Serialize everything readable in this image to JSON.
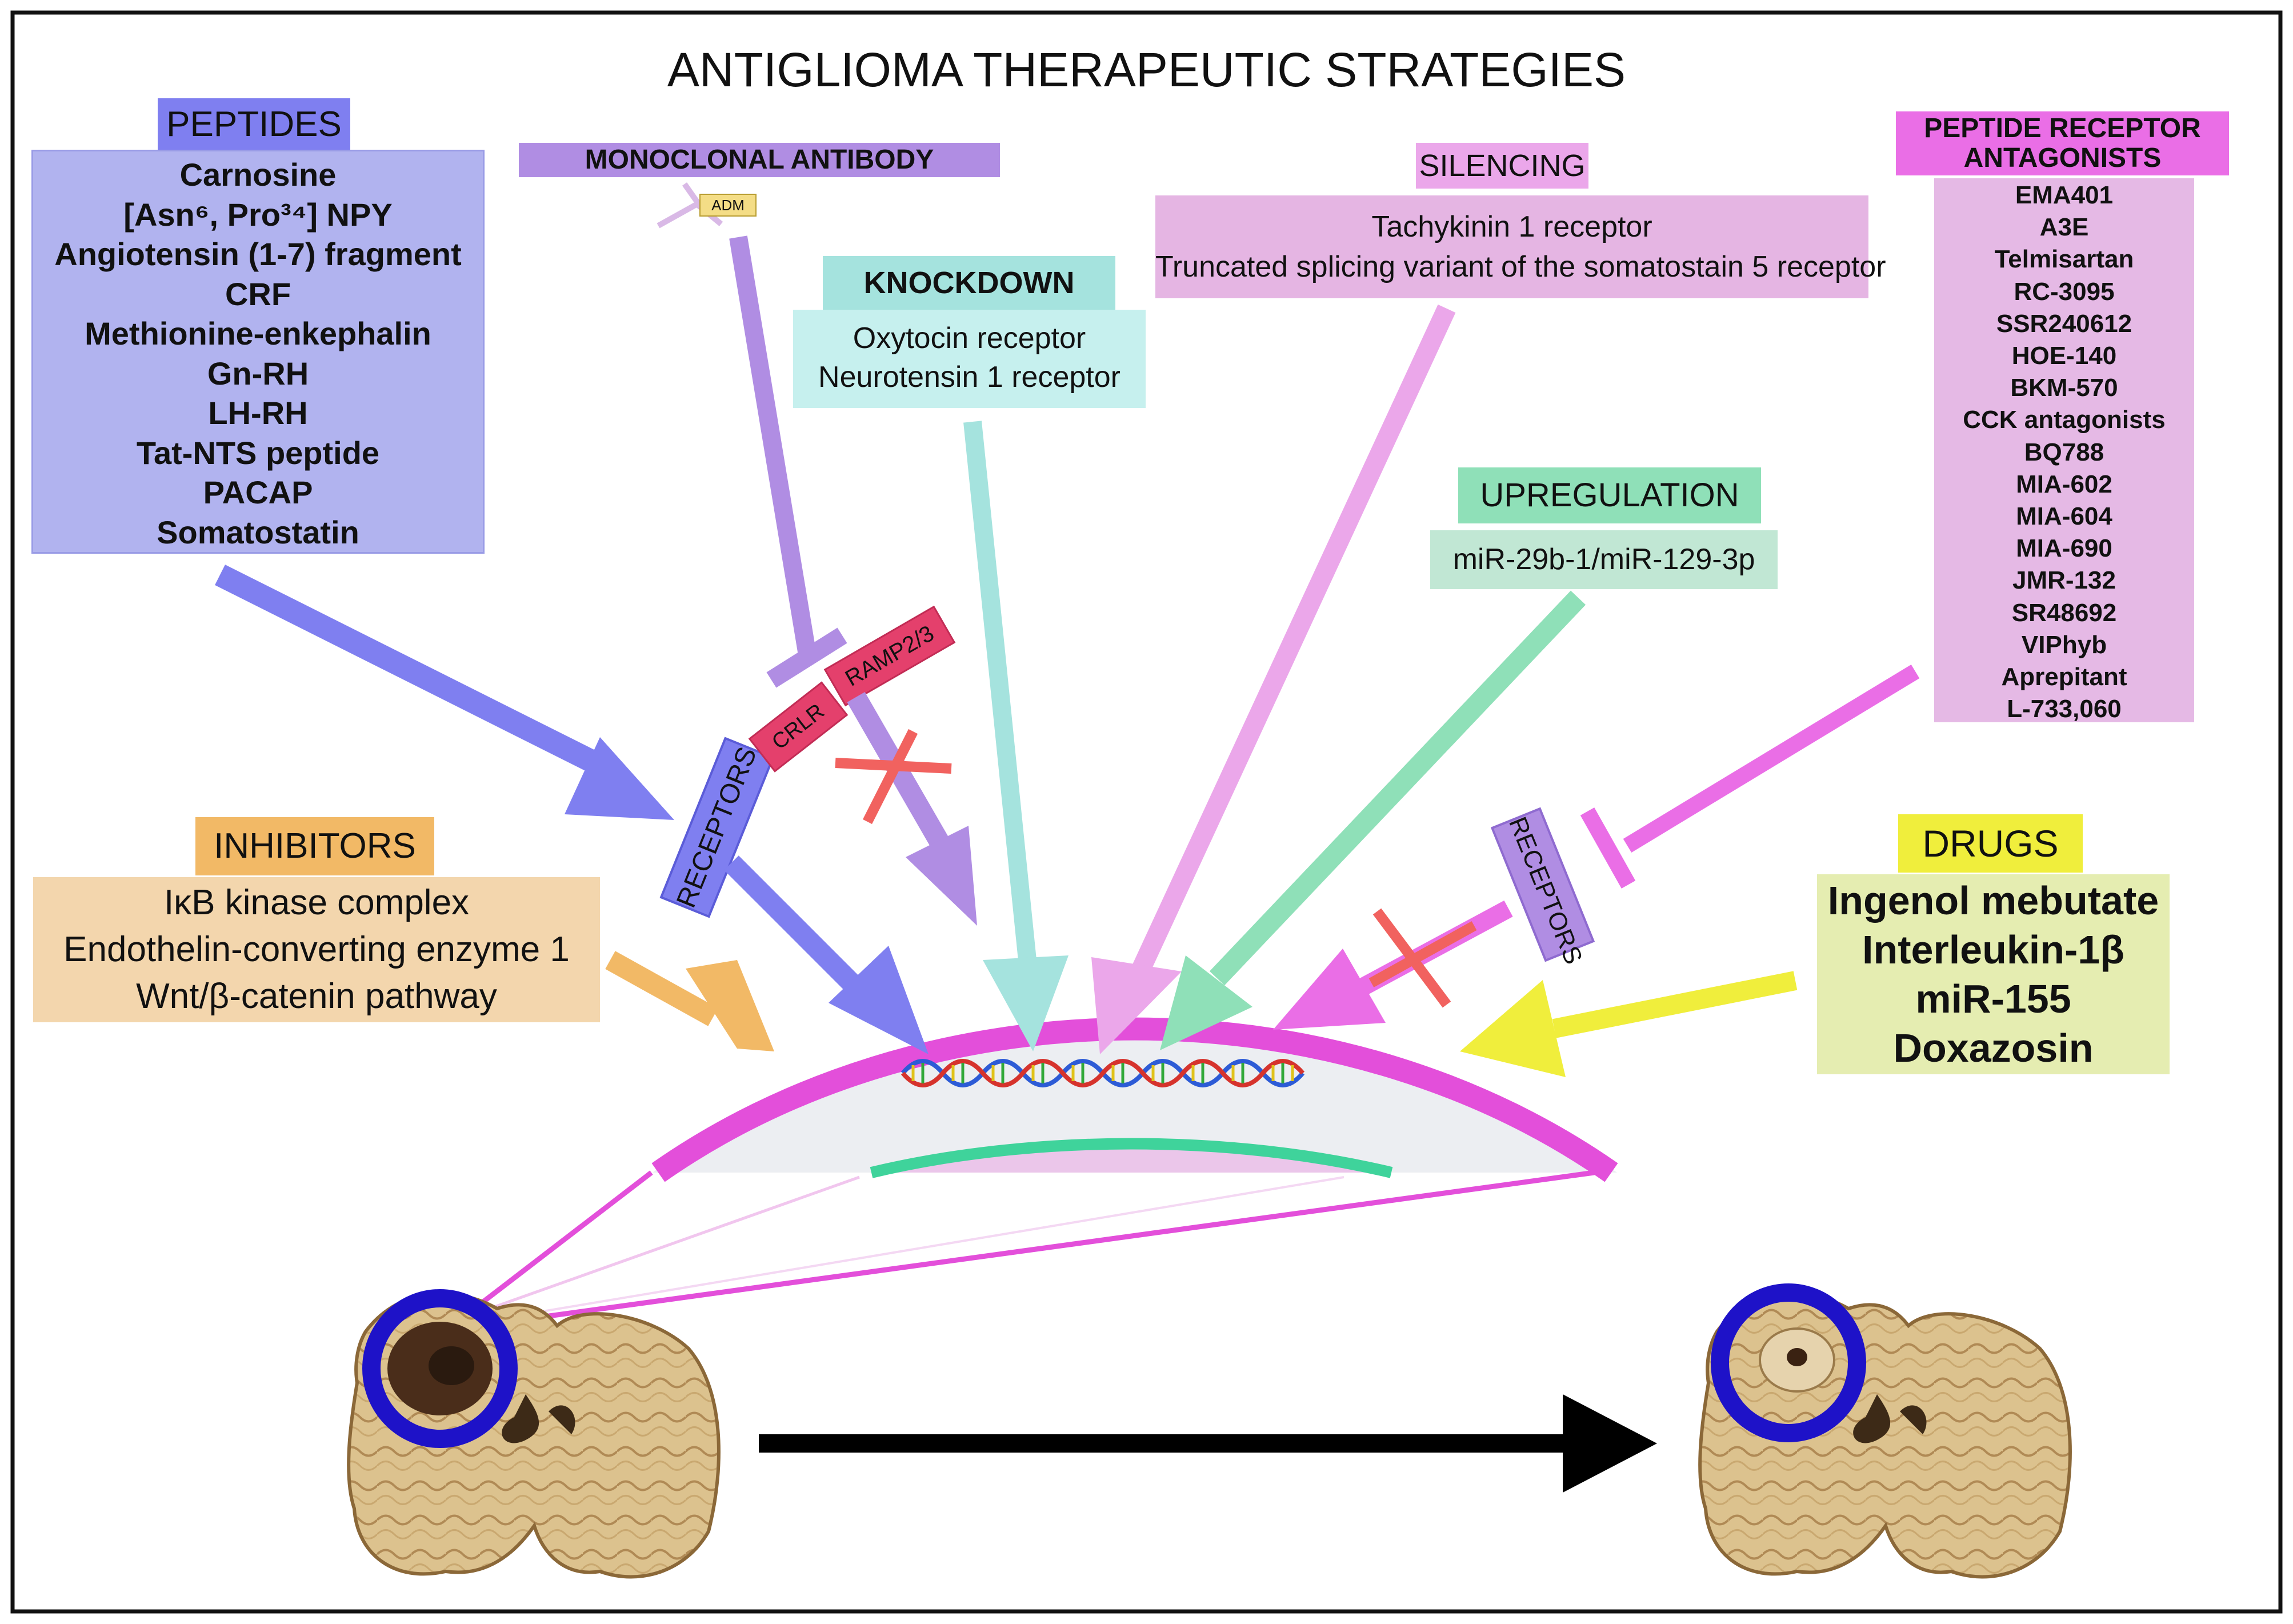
{
  "title": "ANTIGLIOMA THERAPEUTIC STRATEGIES",
  "peptides": {
    "header": "PEPTIDES",
    "items": [
      "Carnosine",
      "[Asn⁶, Pro³⁴] NPY",
      "Angiotensin (1-7) fragment",
      "CRF",
      "Methionine-enkephalin",
      "Gn-RH",
      "LH-RH",
      "Tat-NTS peptide",
      "PACAP",
      "Somatostatin"
    ]
  },
  "monoclonal": {
    "header": "MONOCLONAL ANTIBODY",
    "antibody_label": "ADM"
  },
  "knockdown": {
    "header": "KNOCKDOWN",
    "items": [
      "Oxytocin receptor",
      "Neurotensin 1 receptor"
    ]
  },
  "silencing": {
    "header": "SILENCING",
    "items": [
      "Tachykinin 1 receptor",
      "Truncated splicing variant of the somatostain 5 receptor"
    ]
  },
  "antagonists": {
    "header_line1": "PEPTIDE RECEPTOR",
    "header_line2": "ANTAGONISTS",
    "items": [
      "EMA401",
      "A3E",
      "Telmisartan",
      "RC-3095",
      "SSR240612",
      "HOE-140",
      "BKM-570",
      "CCK antagonists",
      "BQ788",
      "MIA-602",
      "MIA-604",
      "MIA-690",
      "JMR-132",
      "SR48692",
      "VIPhyb",
      "Aprepitant",
      "L-733,060"
    ]
  },
  "upregulation": {
    "header": "UPREGULATION",
    "items": [
      "miR-29b-1/miR-129-3p"
    ]
  },
  "inhibitors": {
    "header": "INHIBITORS",
    "items": [
      "IκB kinase complex",
      "Endothelin-converting enzyme 1",
      "Wnt/β-catenin pathway"
    ]
  },
  "drugs": {
    "header": "DRUGS",
    "items": [
      "Ingenol mebutate",
      "Interleukin-1β",
      "miR-155",
      "Doxazosin"
    ]
  },
  "cell": {
    "receptors_left": "RECEPTORS",
    "receptors_right": "RECEPTORS",
    "crlr": "CRLR",
    "ramp": "RAMP2/3"
  },
  "colors": {
    "peptides": "#b1b3ef",
    "peptides_header": "#7f7ff0",
    "monoclonal": "#b08de3",
    "knockdown": "#c6f0ee",
    "knockdown_header": "#a5e3de",
    "silencing": "#e5b5e3",
    "silencing_header": "#eba7ea",
    "antagonists": "#e5b9e5",
    "antagonists_header": "#ea6ee6",
    "upregulation": "#c1e7d4",
    "upregulation_header": "#8fe0b8",
    "inhibitors": "#f3d6ad",
    "inhibitors_header": "#f2b966",
    "drugs": "#e5edb1",
    "drugs_header": "#f0ee3c",
    "membrane": "#e34fda",
    "nucleus_border": "#3fd39b",
    "cell_fill": "#eceef2",
    "nucleus_fill": "#ebc6ea",
    "tumor_marker": "#1e12c8"
  }
}
